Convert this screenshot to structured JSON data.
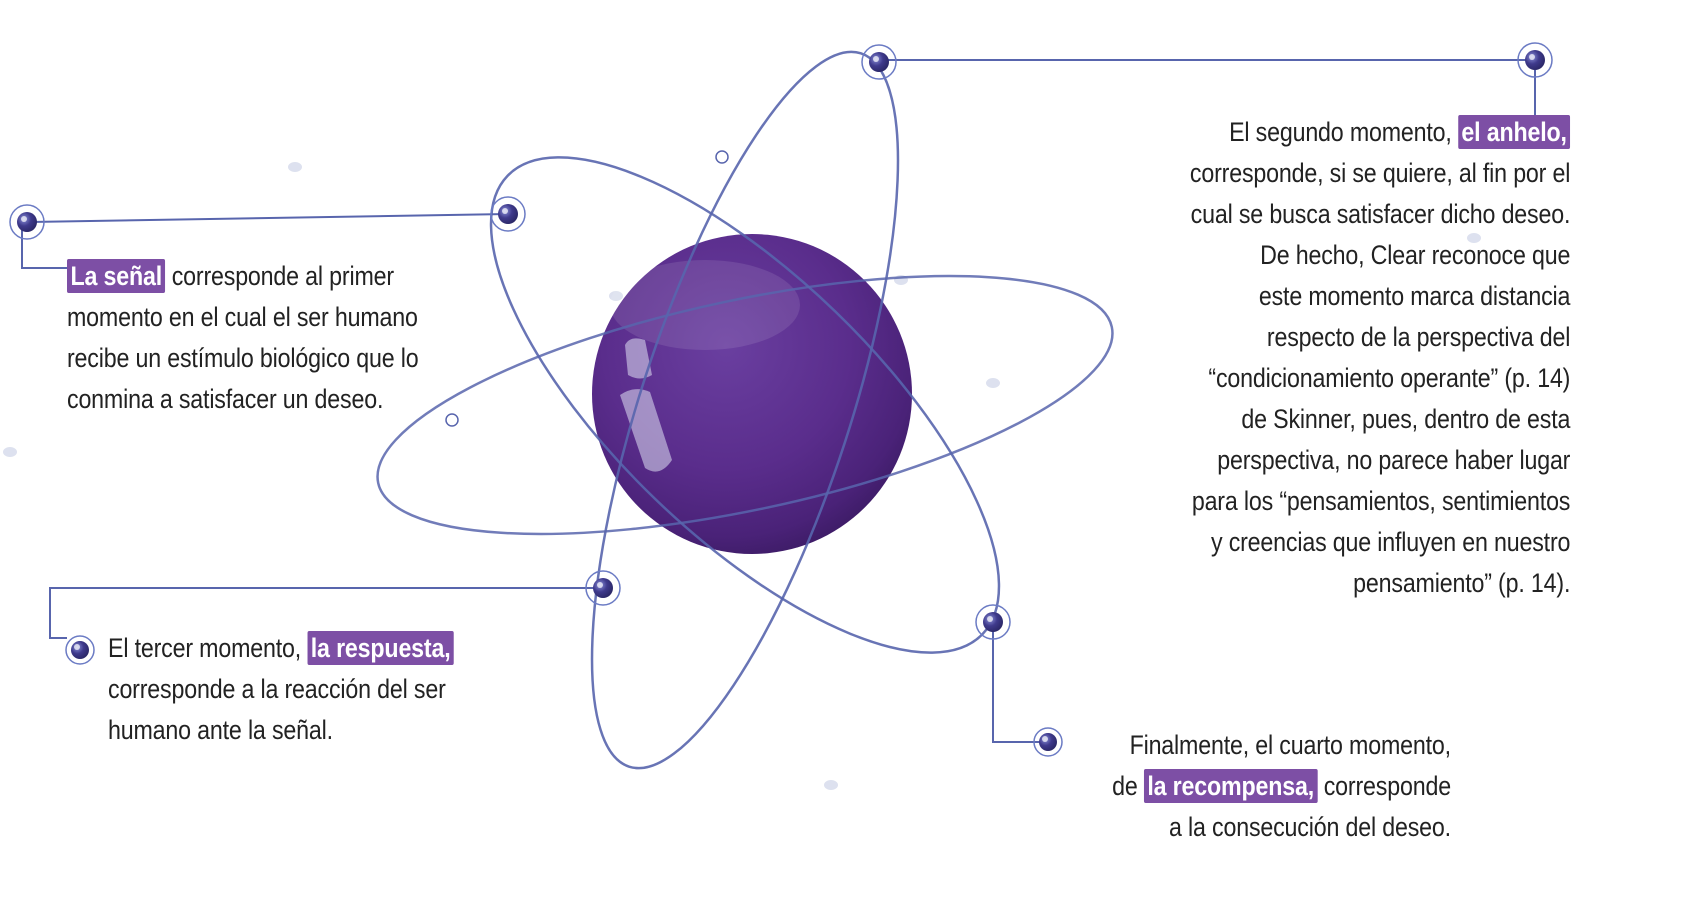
{
  "colors": {
    "accent": "#7d4fa5",
    "orbit": "#5865ad",
    "node_outer": "#6b7bc4",
    "node_core": "#3f3a8c",
    "sphere": "#5b2f8e",
    "text": "#222222"
  },
  "blocks": {
    "senal": {
      "highlight": "La señal",
      "lines": [
        " corresponde al primer",
        "momento en el cual el ser humano",
        "recibe un estímulo biológico que lo",
        "conmina a satisfacer un deseo."
      ]
    },
    "anhelo": {
      "prefix": "El segundo momento, ",
      "highlight": "el anhelo,",
      "lines": [
        "corresponde, si se quiere, al fin por el",
        "cual se busca satisfacer dicho deseo.",
        "De hecho, Clear reconoce que",
        "este momento marca distancia",
        "respecto de la perspectiva del",
        "“condicionamiento operante” (p. 14)",
        "de Skinner, pues, dentro de esta",
        "perspectiva, no parece haber lugar",
        "para los “pensamientos, sentimientos",
        "y creencias que influyen en nuestro",
        "pensamiento” (p. 14)."
      ]
    },
    "respuesta": {
      "prefix": "El tercer momento, ",
      "highlight": "la respuesta,",
      "lines": [
        "corresponde a la reacción del ser",
        "humano ante la señal."
      ]
    },
    "recompensa": {
      "line1": "Finalmente, el cuarto momento,",
      "prefix": "de ",
      "highlight": "la recompensa,",
      "suffix": " corresponde",
      "line3": "a la consecución del deseo."
    }
  }
}
